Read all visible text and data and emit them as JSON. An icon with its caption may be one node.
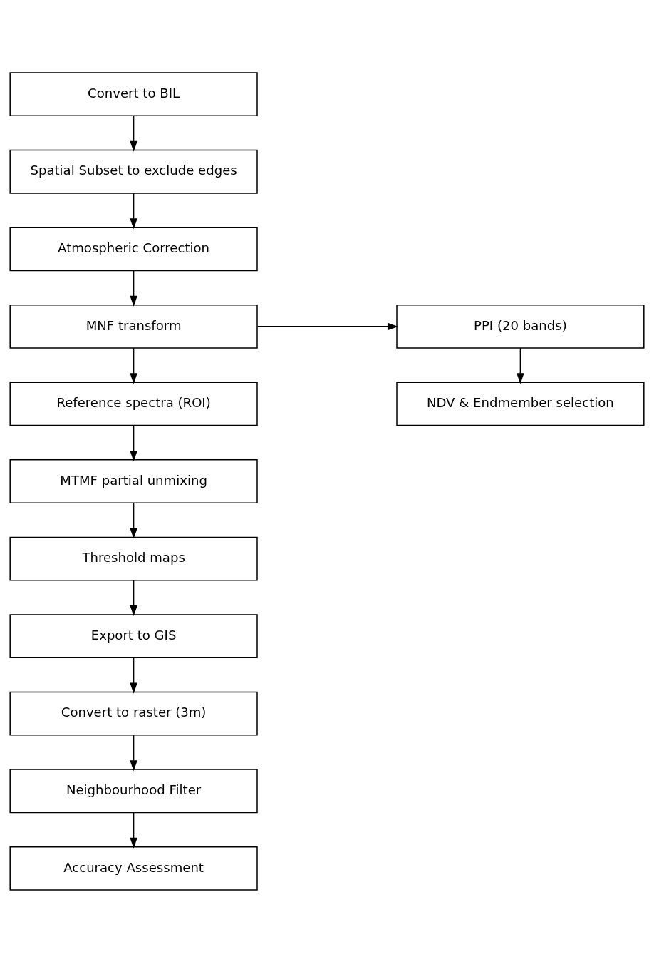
{
  "diagram": {
    "nodes": [
      {
        "text": [
          "Convert to BIL"
        ]
      },
      {
        "text": [
          "Spatial Subset to exclude edges"
        ]
      },
      {
        "text": [
          "Atmospheric Correction"
        ]
      },
      {
        "text": [
          "MNF transform"
        ]
      },
      {
        "text": [
          "PPI (20 bands)"
        ]
      },
      {
        "text": [
          "NDV & Endmember selection"
        ]
      },
      {
        "text": [
          "Reference spectra (ROI)"
        ]
      },
      {
        "text": [
          "MTMF partial unmixing"
        ]
      },
      {
        "text": [
          "Threshold maps"
        ]
      },
      {
        "text": [
          "Export to GIS"
        ]
      },
      {
        "text": [
          "Convert to raster (3m)"
        ]
      },
      {
        "text": [
          "Neighbourhood Filter"
        ]
      },
      {
        "text": [
          "Accuracy Assessment"
        ]
      }
    ],
    "edges": [
      {
        "from": 0,
        "to": 1,
        "arrow": "to"
      },
      {
        "from": 1,
        "to": 2,
        "arrow": "to"
      },
      {
        "from": 2,
        "to": 3,
        "arrow": "to"
      },
      {
        "from": 3,
        "to": 4,
        "arrow": "to"
      },
      {
        "from": 4,
        "to": 5,
        "arrow": "to"
      },
      {
        "from": 3,
        "to": 6,
        "arrow": "to"
      },
      {
        "from": 6,
        "to": 7,
        "arrow": "to"
      },
      {
        "from": 7,
        "to": 8,
        "arrow": "to"
      },
      {
        "from": 8,
        "to": 9,
        "arrow": "to"
      },
      {
        "from": 9,
        "to": 10,
        "arrow": "to"
      },
      {
        "from": 10,
        "to": 11,
        "arrow": "to"
      },
      {
        "from": 11,
        "to": 12,
        "arrow": "to"
      }
    ]
  }
}
